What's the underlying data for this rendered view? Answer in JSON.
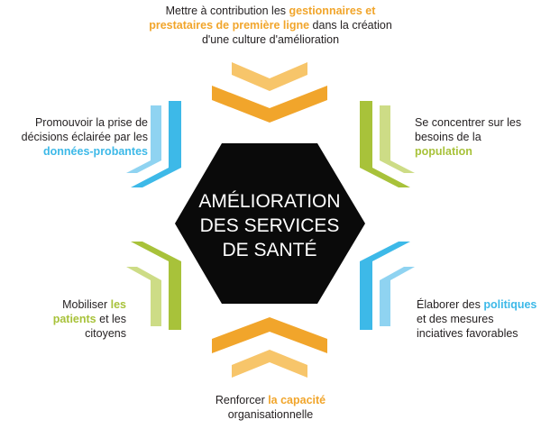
{
  "center": {
    "lines": [
      "AMÉLIORATION",
      "DES SERVICES",
      "DE SANTÉ"
    ]
  },
  "items": {
    "top": {
      "pre": "Mettre à contribution les ",
      "highlight": "gestionnaires et prestataires de première ligne",
      "post": " dans la création d'une culture d'amélioration"
    },
    "top_right": {
      "pre": "Se concentrer sur les besoins de la ",
      "highlight": "population",
      "post": ""
    },
    "bottom_right": {
      "pre": "Élaborer des ",
      "highlight": "politiques",
      "post": " et des mesures inciatives favorables"
    },
    "bottom": {
      "pre": "Renforcer ",
      "highlight": "la capacité",
      "post": " organisationnelle"
    },
    "bottom_left": {
      "pre": "Mobiliser ",
      "highlight": "les patients",
      "post": " et les citoyens"
    },
    "top_left": {
      "pre": "Promouvoir la prise de décisions éclairée par les ",
      "highlight": "données-probantes",
      "post": ""
    }
  },
  "colors": {
    "orange": "#f1a52b",
    "orange_light": "#f7c56a",
    "green": "#a8c23a",
    "green_light": "#cddc86",
    "blue": "#3db9e8",
    "blue_light": "#8fd3f1",
    "hexagon": "#0a0a0a"
  }
}
